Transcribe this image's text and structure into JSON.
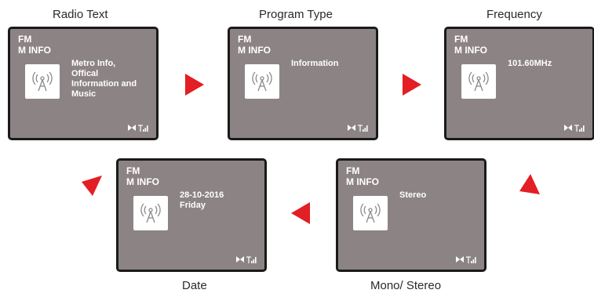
{
  "accent_color": "#e31e24",
  "screen_color": "#8c8484",
  "icons": [
    "radio-signal-icon",
    "stereo-indicator-icon",
    "signal-strength-icon",
    "red-triangle-arrow-icon"
  ],
  "screens": [
    {
      "caption": "Radio Text",
      "band": "FM",
      "station": "M INFO",
      "info": "Metro Info,\nOffical\nInformation and\nMusic"
    },
    {
      "caption": "Program Type",
      "band": "FM",
      "station": "M INFO",
      "info": "Information"
    },
    {
      "caption": "Frequency",
      "band": "FM",
      "station": "M INFO",
      "info": "101.60MHz"
    },
    {
      "caption": "Mono/ Stereo",
      "band": "FM",
      "station": "M INFO",
      "info": "Stereo"
    },
    {
      "caption": "Date",
      "band": "FM",
      "station": "M INFO",
      "info": "28-10-2016\nFriday"
    }
  ]
}
